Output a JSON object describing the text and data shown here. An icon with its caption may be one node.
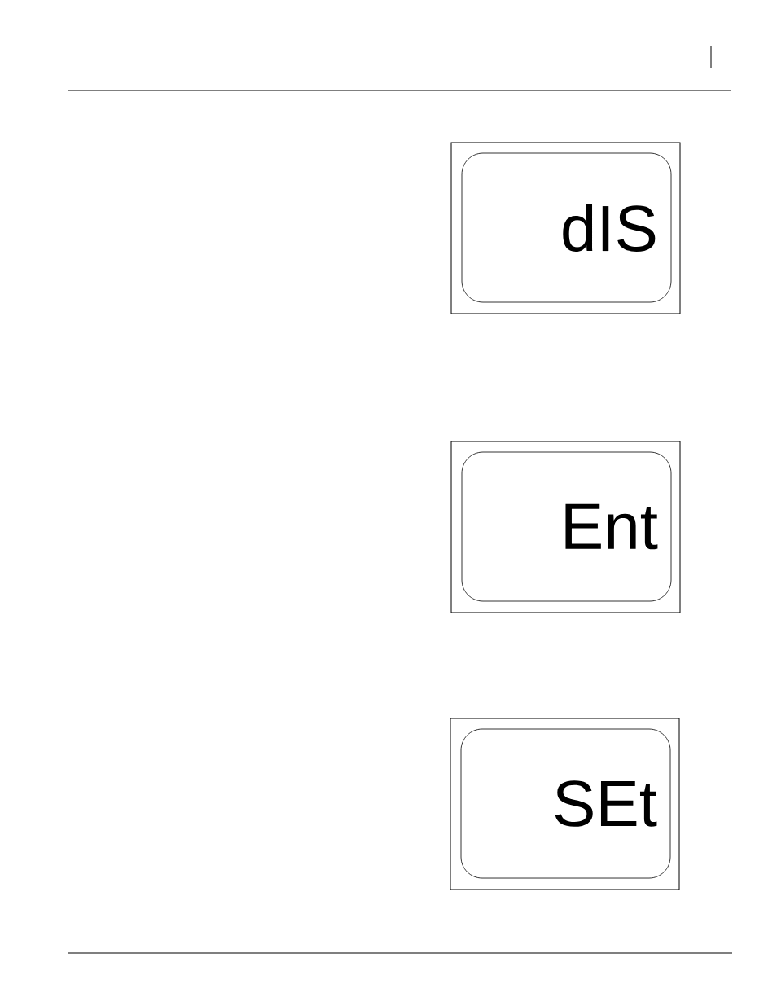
{
  "diagram": {
    "nodes": [
      {
        "text": [
          "dIS"
        ]
      },
      {
        "text": [
          "Ent"
        ]
      },
      {
        "text": [
          "SEt"
        ]
      }
    ]
  }
}
